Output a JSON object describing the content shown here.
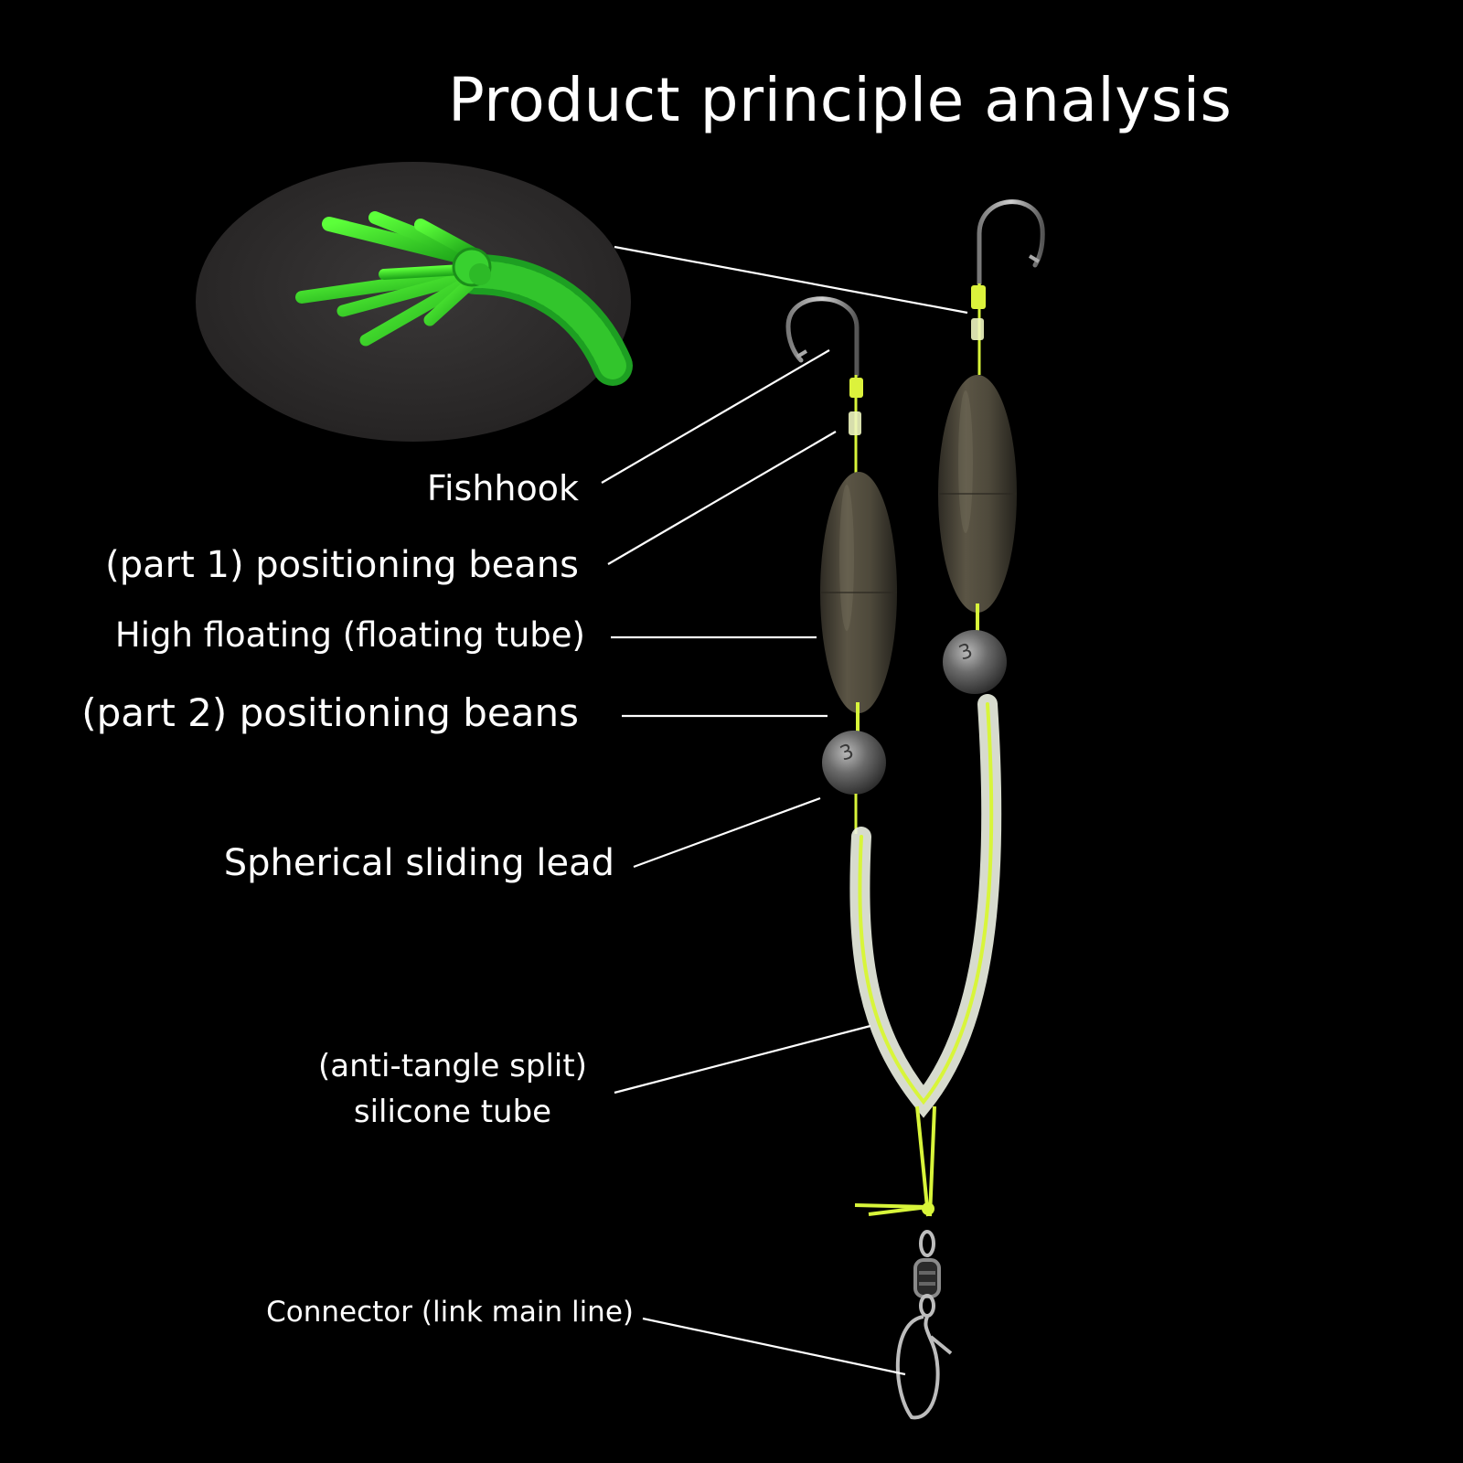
{
  "title": "Product principle analysis",
  "labels": {
    "fishhook": "Fishhook",
    "positioning_beans_1": "(part 1) positioning beans",
    "floating_tube": "High floating (floating tube)",
    "positioning_beans_2": "(part 2) positioning beans",
    "sliding_lead": "Spherical sliding lead",
    "silicone_tube_line1": "(anti-tangle split)",
    "silicone_tube_line2": "silicone tube",
    "connector": "Connector (link main line)"
  },
  "marks": {
    "lead_number": "3"
  },
  "colors": {
    "background": "#000000",
    "text": "#ffffff",
    "fluoro_line": "#d8f53a",
    "braid_green": "#3fe82c",
    "float_body": "#4a4538",
    "lead": "#6a6a6a"
  },
  "icons": [
    "fishhook-icon",
    "positioning-bean-icon",
    "floating-tube-icon",
    "sliding-lead-icon",
    "silicone-tube-icon",
    "swivel-connector-icon",
    "braided-line-closeup"
  ]
}
